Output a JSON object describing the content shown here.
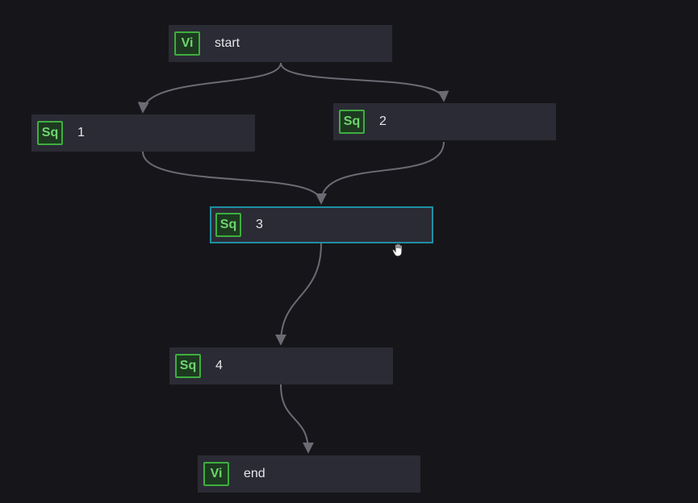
{
  "nodes": [
    {
      "id": "start",
      "badge": "Vi",
      "label": "start",
      "selected": false
    },
    {
      "id": "n1",
      "badge": "Sq",
      "label": "1",
      "selected": false
    },
    {
      "id": "n2",
      "badge": "Sq",
      "label": "2",
      "selected": false
    },
    {
      "id": "n3",
      "badge": "Sq",
      "label": "3",
      "selected": true
    },
    {
      "id": "n4",
      "badge": "Sq",
      "label": "4",
      "selected": false
    },
    {
      "id": "end",
      "badge": "Vi",
      "label": "end",
      "selected": false
    }
  ],
  "edges": [
    {
      "from": "start",
      "to": "n1"
    },
    {
      "from": "start",
      "to": "n2"
    },
    {
      "from": "n1",
      "to": "n3"
    },
    {
      "from": "n2",
      "to": "n3"
    },
    {
      "from": "n3",
      "to": "n4"
    },
    {
      "from": "n4",
      "to": "end"
    }
  ],
  "colors": {
    "background": "#16161a",
    "node": "#2b2b35",
    "badge_border": "#3fae3f",
    "badge_text": "#6fd46f",
    "selected_border": "#1f8fa3",
    "edge": "#6b6b74"
  },
  "cursor_icon": "grab-hand-icon"
}
